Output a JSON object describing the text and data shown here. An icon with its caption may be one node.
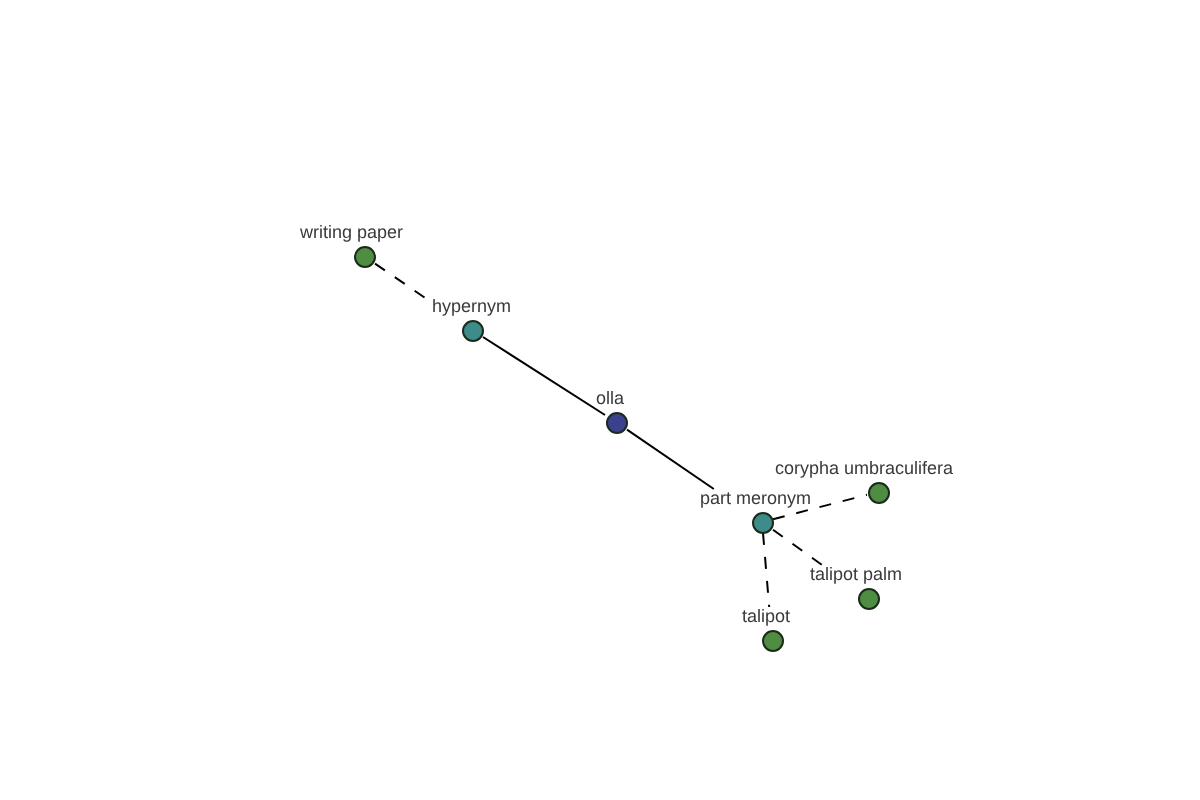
{
  "diagram": {
    "nodes": [
      {
        "text": [
          "writing paper"
        ]
      },
      {
        "text": [
          "hypernym"
        ]
      },
      {
        "text": [
          "olla"
        ]
      },
      {
        "text": [
          "part meronym"
        ]
      },
      {
        "text": [
          "corypha umbraculifera"
        ]
      },
      {
        "text": [
          "talipot palm"
        ]
      },
      {
        "text": [
          "talipot"
        ]
      }
    ],
    "edges": [
      {
        "from": 0,
        "to": 1,
        "arrow": "none",
        "style": "dashed"
      },
      {
        "from": 1,
        "to": 2,
        "arrow": "none"
      },
      {
        "from": 2,
        "to": 3,
        "arrow": "none"
      },
      {
        "from": 3,
        "to": 4,
        "arrow": "none",
        "style": "dashed"
      },
      {
        "from": 3,
        "to": 5,
        "arrow": "none",
        "style": "dashed"
      },
      {
        "from": 3,
        "to": 6,
        "arrow": "none",
        "style": "dashed"
      }
    ]
  }
}
